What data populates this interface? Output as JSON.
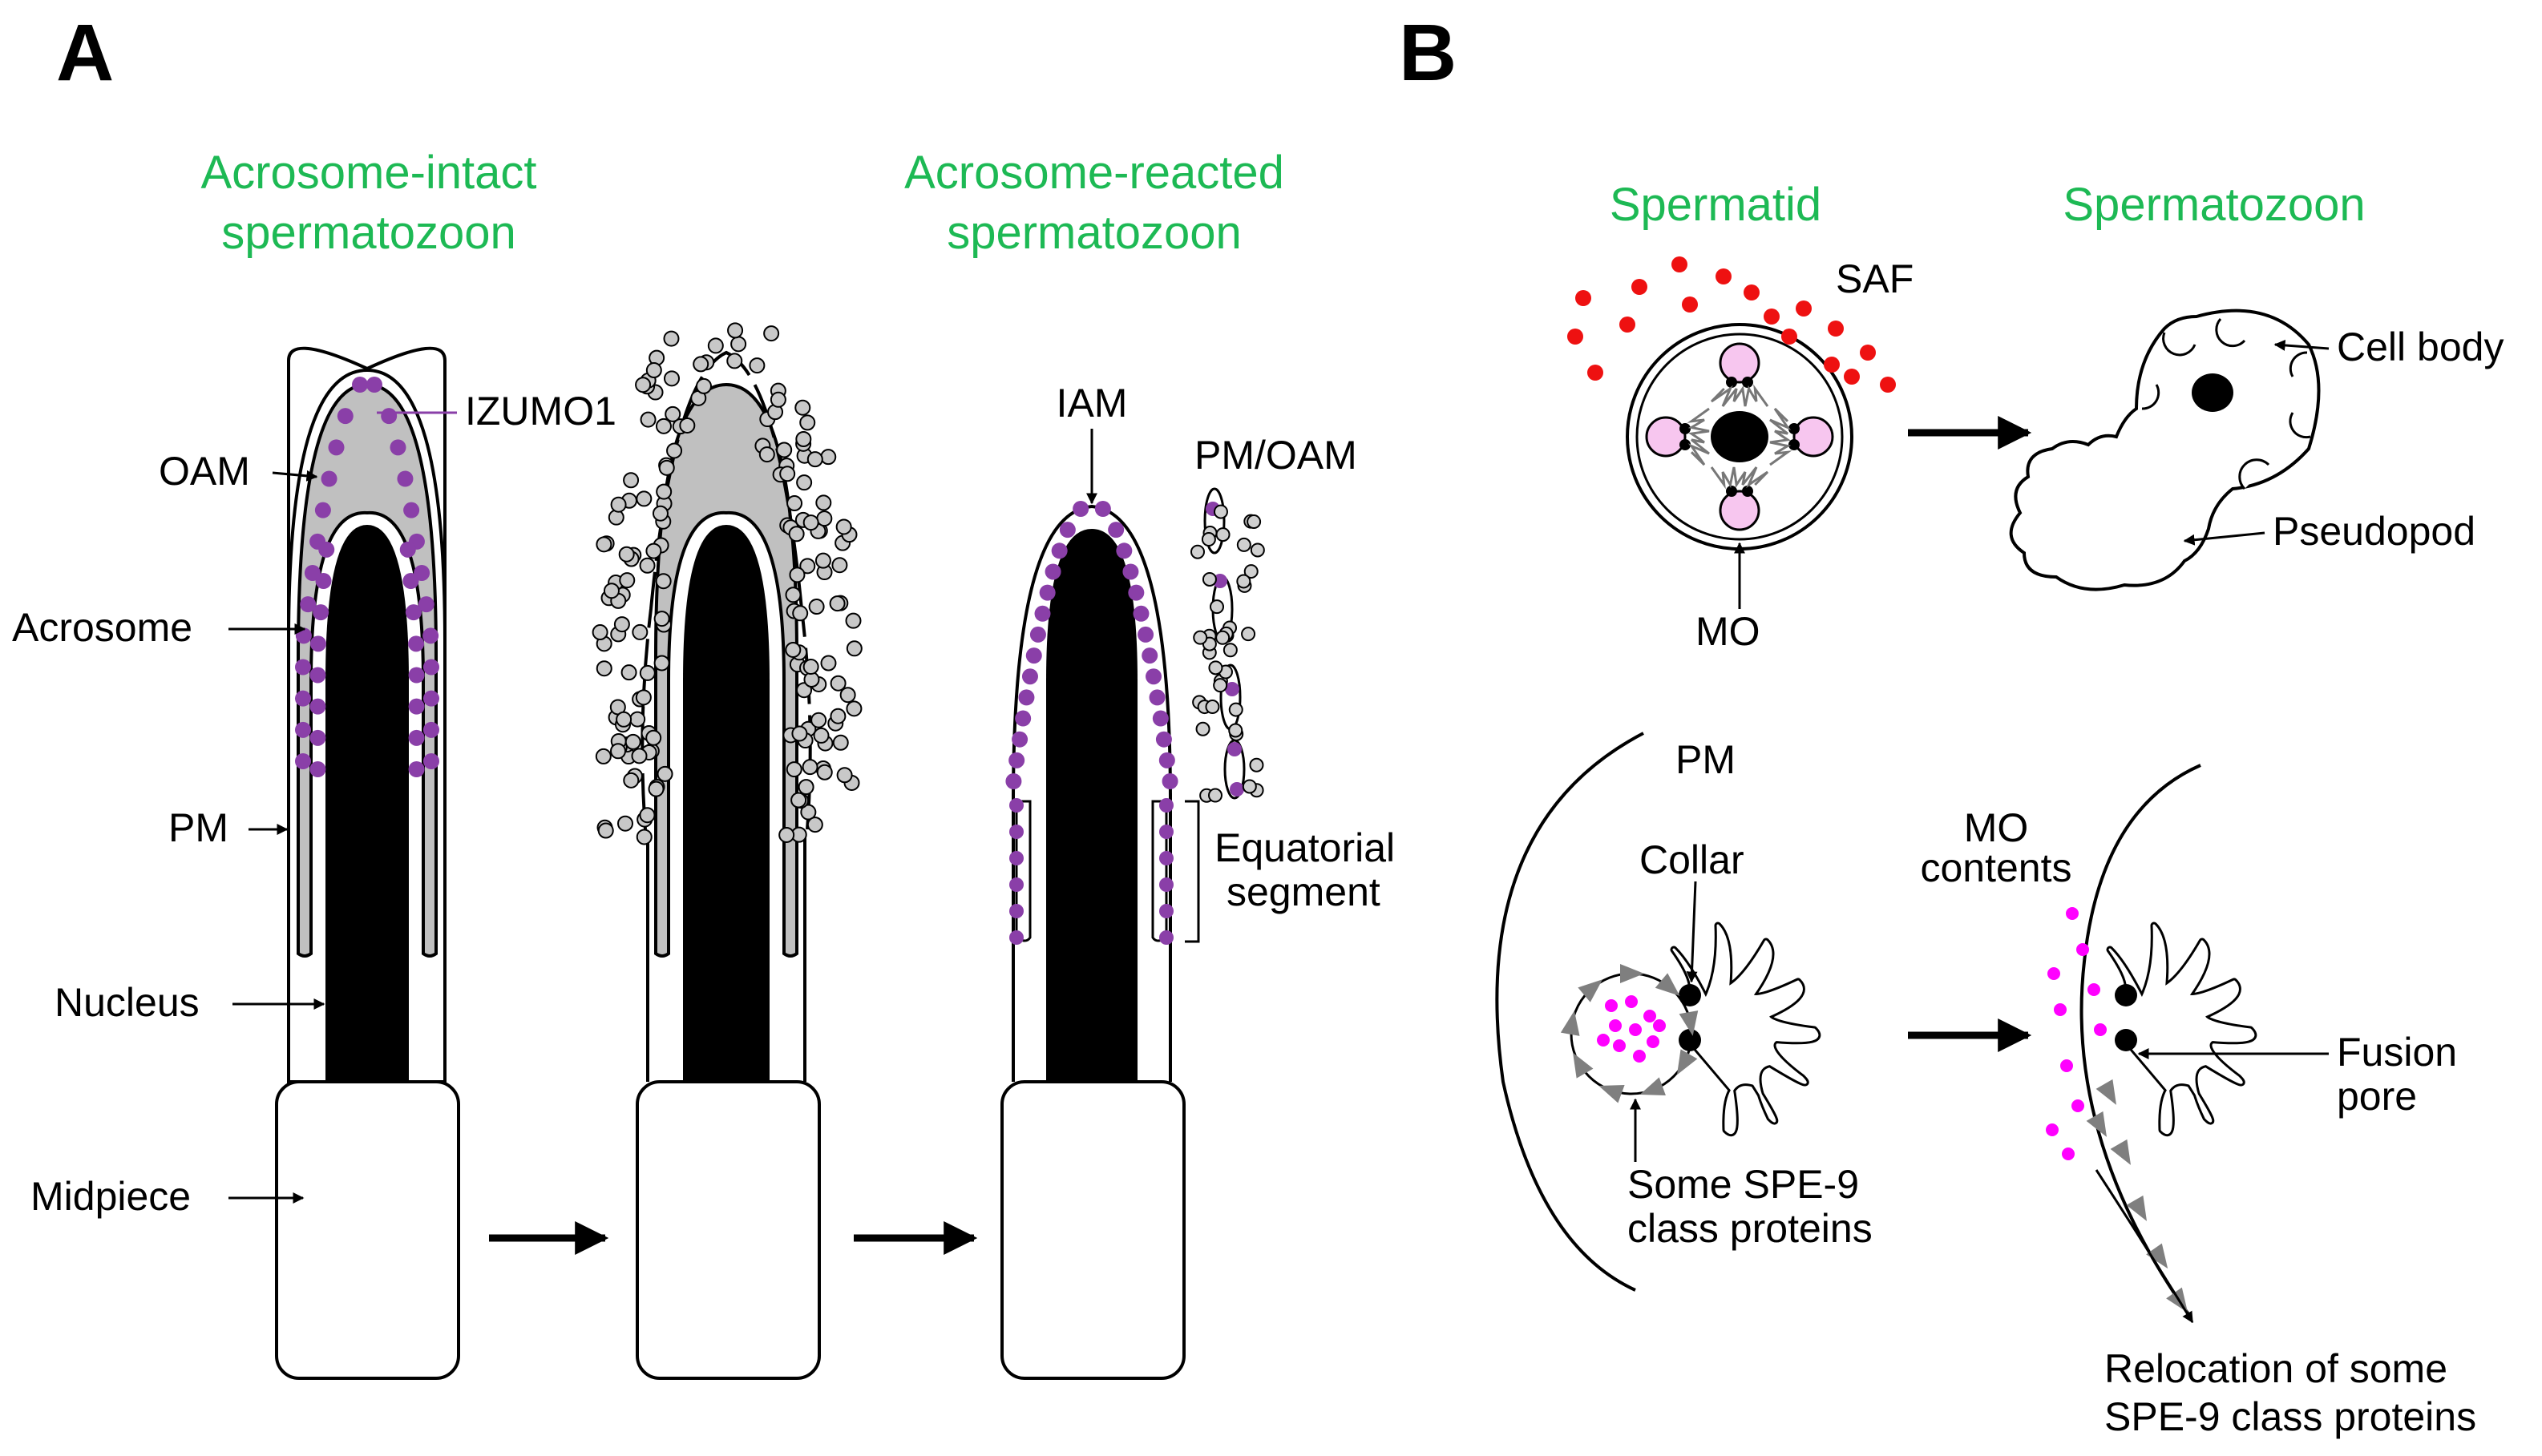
{
  "panels": {
    "a": {
      "letter": "A",
      "title_intact_1": "Acrosome-intact",
      "title_intact_2": "spermatozoon",
      "title_reacted_1": "Acrosome-reacted",
      "title_reacted_2": "spermatozoon",
      "label_izumo1": "IZUMO1",
      "label_oam": "OAM",
      "label_acrosome": "Acrosome",
      "label_pm": "PM",
      "label_nucleus": "Nucleus",
      "label_midpiece": "Midpiece",
      "label_iam": "IAM",
      "label_pm_oam": "PM/OAM",
      "label_equatorial_1": "Equatorial",
      "label_equatorial_2": "segment"
    },
    "b": {
      "letter": "B",
      "title_spermatid": "Spermatid",
      "title_spermatozoon": "Spermatozoon",
      "label_saf": "SAF",
      "label_mo": "MO",
      "label_cell_body": "Cell body",
      "label_pseudopod": "Pseudopod",
      "label_pm": "PM",
      "label_collar": "Collar",
      "label_mo_contents_1": "MO",
      "label_mo_contents_2": "contents",
      "label_fusion_pore_1": "Fusion",
      "label_fusion_pore_2": "pore",
      "label_spe9_1": "Some SPE-9",
      "label_spe9_2": "class proteins",
      "label_relocation_1": "Relocation of some",
      "label_relocation_2": "SPE-9 class proteins"
    }
  },
  "colors": {
    "title_green": "#1db954",
    "izumo_purple": "#8a3fa8",
    "acrosome_grey": "#c0c0c0",
    "saf_red": "#ee1111",
    "mo_contents_magenta": "#ff00ff",
    "spe9_grey": "#7f7f7f"
  }
}
